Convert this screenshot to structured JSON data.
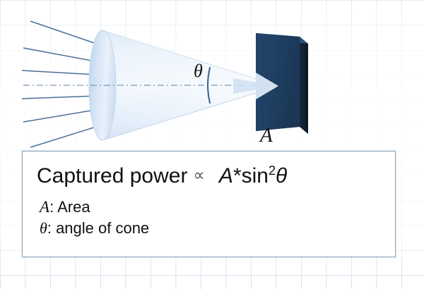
{
  "figure": {
    "title_alt": "Cone of captured light hitting a flat plate",
    "theta_label": "θ",
    "plate_label": "A",
    "colors": {
      "grid_line": "#adc2db",
      "grid_line_minor": "#cddcec",
      "arrow": "#4a6e99",
      "cone_light": "#eef4fb",
      "cone_mid": "#c5d9ee",
      "cone_edge": "#b3cbe6",
      "plate_face": "#1f3f63",
      "plate_edge": "#0e1c2c",
      "box_border": "#8fa6bd",
      "text": "#111111"
    },
    "arrow_count": 6,
    "axis_style": "dash-dot"
  },
  "caption": {
    "formula": {
      "lhs": "Captured power",
      "relation": "∝",
      "rhs_var": "A",
      "rhs_op": "*",
      "rhs_fn": "sin",
      "rhs_exp": "2",
      "rhs_angle": "θ",
      "full_text": "Captured power ∝ A*sin²θ"
    },
    "legend": [
      {
        "symbol": "A",
        "separator": ":",
        "description": "Area"
      },
      {
        "symbol": "θ",
        "separator": ":",
        "description": "angle of cone"
      }
    ]
  }
}
